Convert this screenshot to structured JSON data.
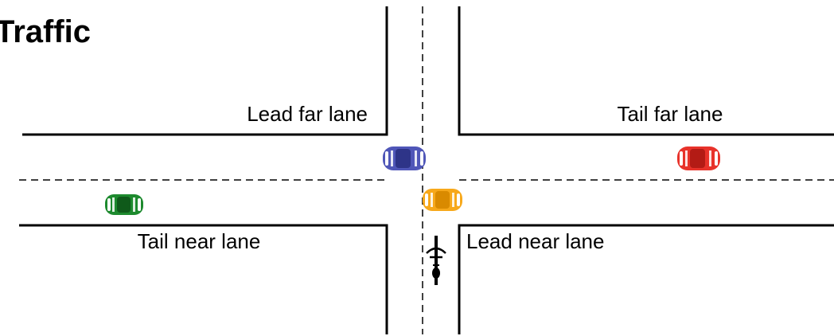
{
  "title": "Traffic",
  "lanes": {
    "lead_far": "Lead far lane",
    "tail_far": "Tail far lane",
    "tail_near": "Tail near lane",
    "lead_near": "Lead near lane"
  },
  "colors": {
    "road_line": "#000000",
    "lead_far_car": "#4f56b8",
    "tail_far_car": "#e8322a",
    "tail_near_car": "#1d8a2e",
    "lead_near_car": "#f7a81a"
  },
  "icons": {
    "cyclist": "bicycle-rider-icon"
  }
}
